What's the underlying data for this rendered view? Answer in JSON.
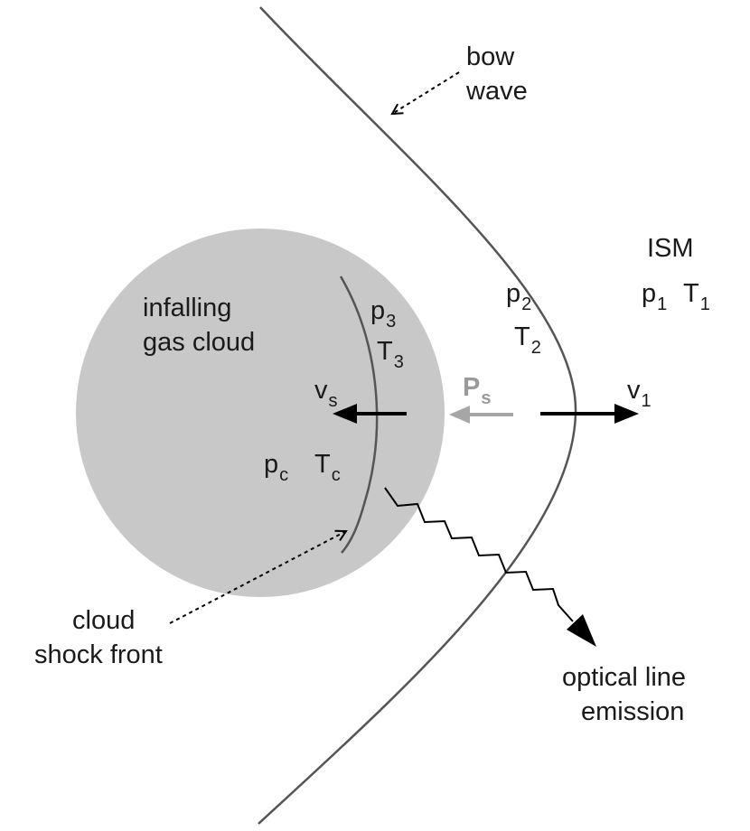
{
  "labels": {
    "bow_wave": [
      "bow",
      "wave"
    ],
    "ism": "ISM",
    "ism_p": "p",
    "ism_p_sub": "1",
    "ism_t": "T",
    "ism_t_sub": "1",
    "p2": "p",
    "p2_sub": "2",
    "t2": "T",
    "t2_sub": "2",
    "cloud": [
      "infalling",
      "gas cloud"
    ],
    "p3": "p",
    "p3_sub": "3",
    "t3": "T",
    "t3_sub": "3",
    "vs": "v",
    "vs_sub": "s",
    "ps": "P",
    "ps_sub": "s",
    "v1": "v",
    "v1_sub": "1",
    "pc": "p",
    "pc_sub": "c",
    "tc": "T",
    "tc_sub": "c",
    "shock": [
      "cloud",
      "shock front"
    ],
    "emission": [
      "optical line",
      "emission"
    ]
  },
  "colors": {
    "cloud_fill": "#c8c8c8",
    "curve": "#555555",
    "arrow": "#000000",
    "pressure_arrow": "#a6a6a6"
  }
}
